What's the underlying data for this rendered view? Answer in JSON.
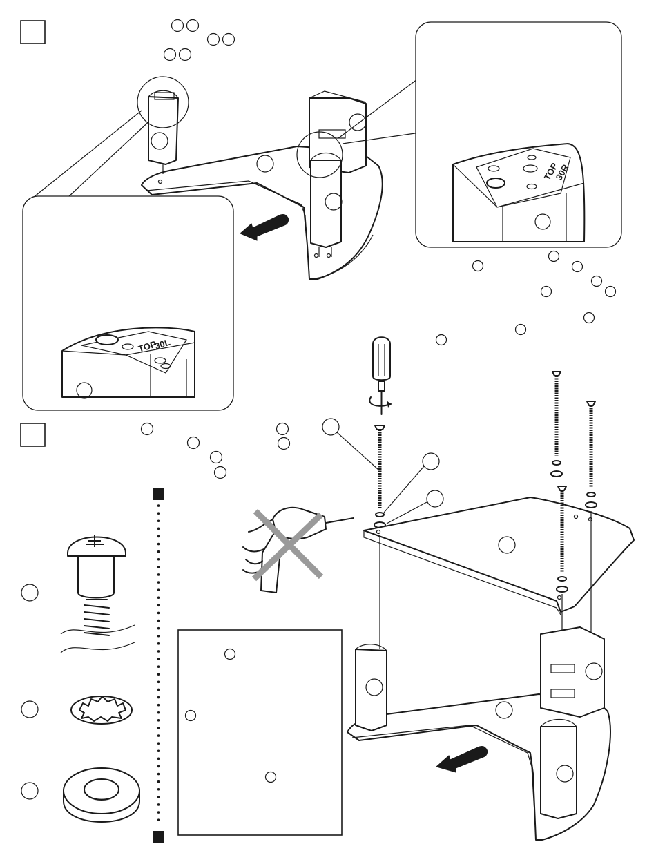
{
  "page": {
    "background": "#ffffff",
    "ink_color": "#1a1a1a",
    "cross_color": "#9a9a9a"
  },
  "steps": [
    {
      "id": "step-1",
      "number": ""
    },
    {
      "id": "step-2",
      "number": ""
    }
  ],
  "part_marks": {
    "embossed_text_1": "TOP",
    "embossed_text_2": "30R",
    "embossed_text_3": "TOP",
    "embossed_text_4": "30L"
  },
  "icons": [
    "arrow-icon",
    "screwdriver-icon",
    "no-power-drill-icon",
    "screw-icon",
    "lock-washer-icon",
    "flat-washer-icon",
    "section-marker-icon"
  ]
}
